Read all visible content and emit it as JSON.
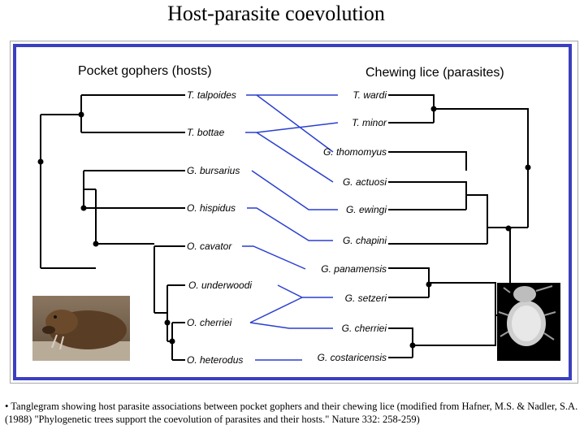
{
  "title": "Host-parasite coevolution",
  "hosts_heading": "Pocket gophers (hosts)",
  "parasites_heading": "Chewing lice (parasites)",
  "hosts": [
    "T. talpoides",
    "T. bottae",
    "G. bursarius",
    "O. hispidus",
    "O. cavator",
    "O. underwoodi",
    "O. cherriei",
    "O. heterodus"
  ],
  "parasites": [
    "T. wardi",
    "T. minor",
    "G. thomomyus",
    "G. actuosi",
    "G. ewingi",
    "G. chapini",
    "G. panamensis",
    "G. setzeri",
    "G. cherriei",
    "G. costaricensis"
  ],
  "caption": "• Tanglegram showing host parasite associations between pocket gophers and their chewing lice (modified from Hafner, M.S. & Nadler, S.A. (1988) \"Phylogenetic trees support the coevolution of parasites and their hosts.\" Nature 332: 258-259)",
  "colors": {
    "frame": "#3b3fbf",
    "links": "#2a3fd0",
    "tree": "#000000"
  },
  "icons": [
    "gopher-photo",
    "louse-photo"
  ]
}
